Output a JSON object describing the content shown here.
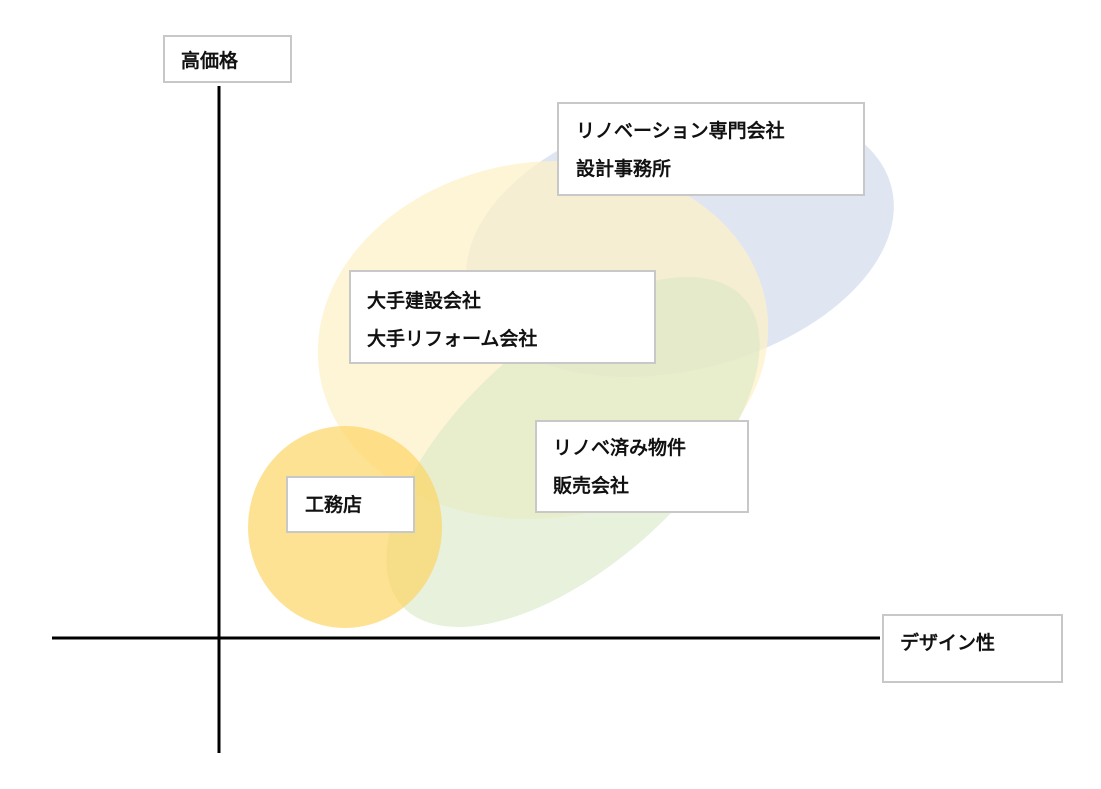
{
  "diagram": {
    "type": "positioning-map",
    "axes": {
      "y_label": "高価格",
      "x_label": "デザイン性"
    },
    "groups": [
      {
        "id": "renovation",
        "lines": [
          "リノベーション専門会社",
          "設計事務所"
        ],
        "color": "#dbe3f1"
      },
      {
        "id": "major",
        "lines": [
          "大手建設会社",
          "大手リフォーム会社"
        ],
        "color": "#fdf0c8"
      },
      {
        "id": "resale",
        "lines": [
          "リノベ済み物件",
          "販売会社"
        ],
        "color": "#e2ebd3"
      },
      {
        "id": "builder",
        "lines": [
          "工務店"
        ],
        "color": "#fde08a"
      }
    ]
  }
}
